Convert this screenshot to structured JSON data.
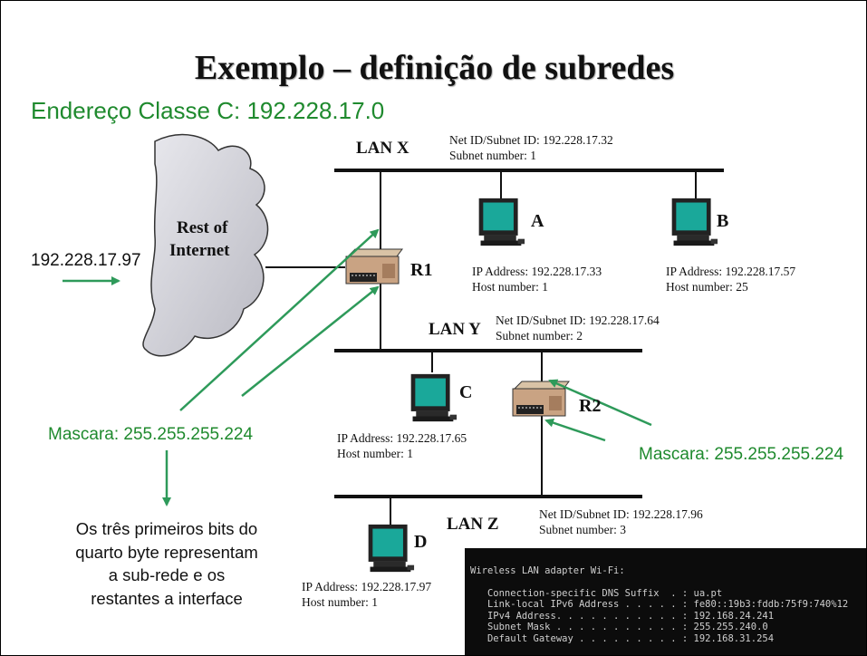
{
  "title": "Exemplo – definição de subredes",
  "subtitle": "Endereço Classe C: 192.228.17.0",
  "cloud": {
    "line1": "Rest of",
    "line2": "Internet"
  },
  "ip_left": "192.228.17.97",
  "lans": {
    "x": {
      "name": "LAN X",
      "net_id": "Net ID/Subnet ID: 192.228.17.32",
      "subnet": "Subnet number: 1"
    },
    "y": {
      "name": "LAN Y",
      "net_id": "Net ID/Subnet ID: 192.228.17.64",
      "subnet": "Subnet number: 2"
    },
    "z": {
      "name": "LAN Z",
      "net_id": "Net ID/Subnet ID: 192.228.17.96",
      "subnet": "Subnet number: 3"
    }
  },
  "routers": {
    "r1": "R1",
    "r2": "R2"
  },
  "hosts": {
    "a": {
      "label": "A",
      "ip": "IP Address: 192.228.17.33",
      "num": "Host number: 1"
    },
    "b": {
      "label": "B",
      "ip": "IP Address: 192.228.17.57",
      "num": "Host number: 25"
    },
    "c": {
      "label": "C",
      "ip": "IP Address: 192.228.17.65",
      "num": "Host number: 1"
    },
    "d": {
      "label": "D",
      "ip": "IP Address: 192.228.17.97",
      "num": "Host number: 1"
    }
  },
  "mask_left": "Mascara: 255.255.255.224",
  "mask_right": "Mascara: 255.255.255.224",
  "explanation": [
    "Os três primeiros bits do",
    "quarto byte representam",
    "a sub-rede e os",
    "restantes a interface"
  ],
  "terminal": [
    "Wireless LAN adapter Wi-Fi:",
    "",
    "   Connection-specific DNS Suffix  . : ua.pt",
    "   Link-local IPv6 Address . . . . . : fe80::19b3:fddb:75f9:740%12",
    "   IPv4 Address. . . . . . . . . . . : 192.168.24.241",
    "   Subnet Mask . . . . . . . . . . . : 255.255.240.0",
    "   Default Gateway . . . . . . . . . : 192.168.31.254"
  ],
  "colors": {
    "green": "#1f8a2e",
    "arrow": "#2e9a5a",
    "monitor_screen": "#1aa89a"
  }
}
